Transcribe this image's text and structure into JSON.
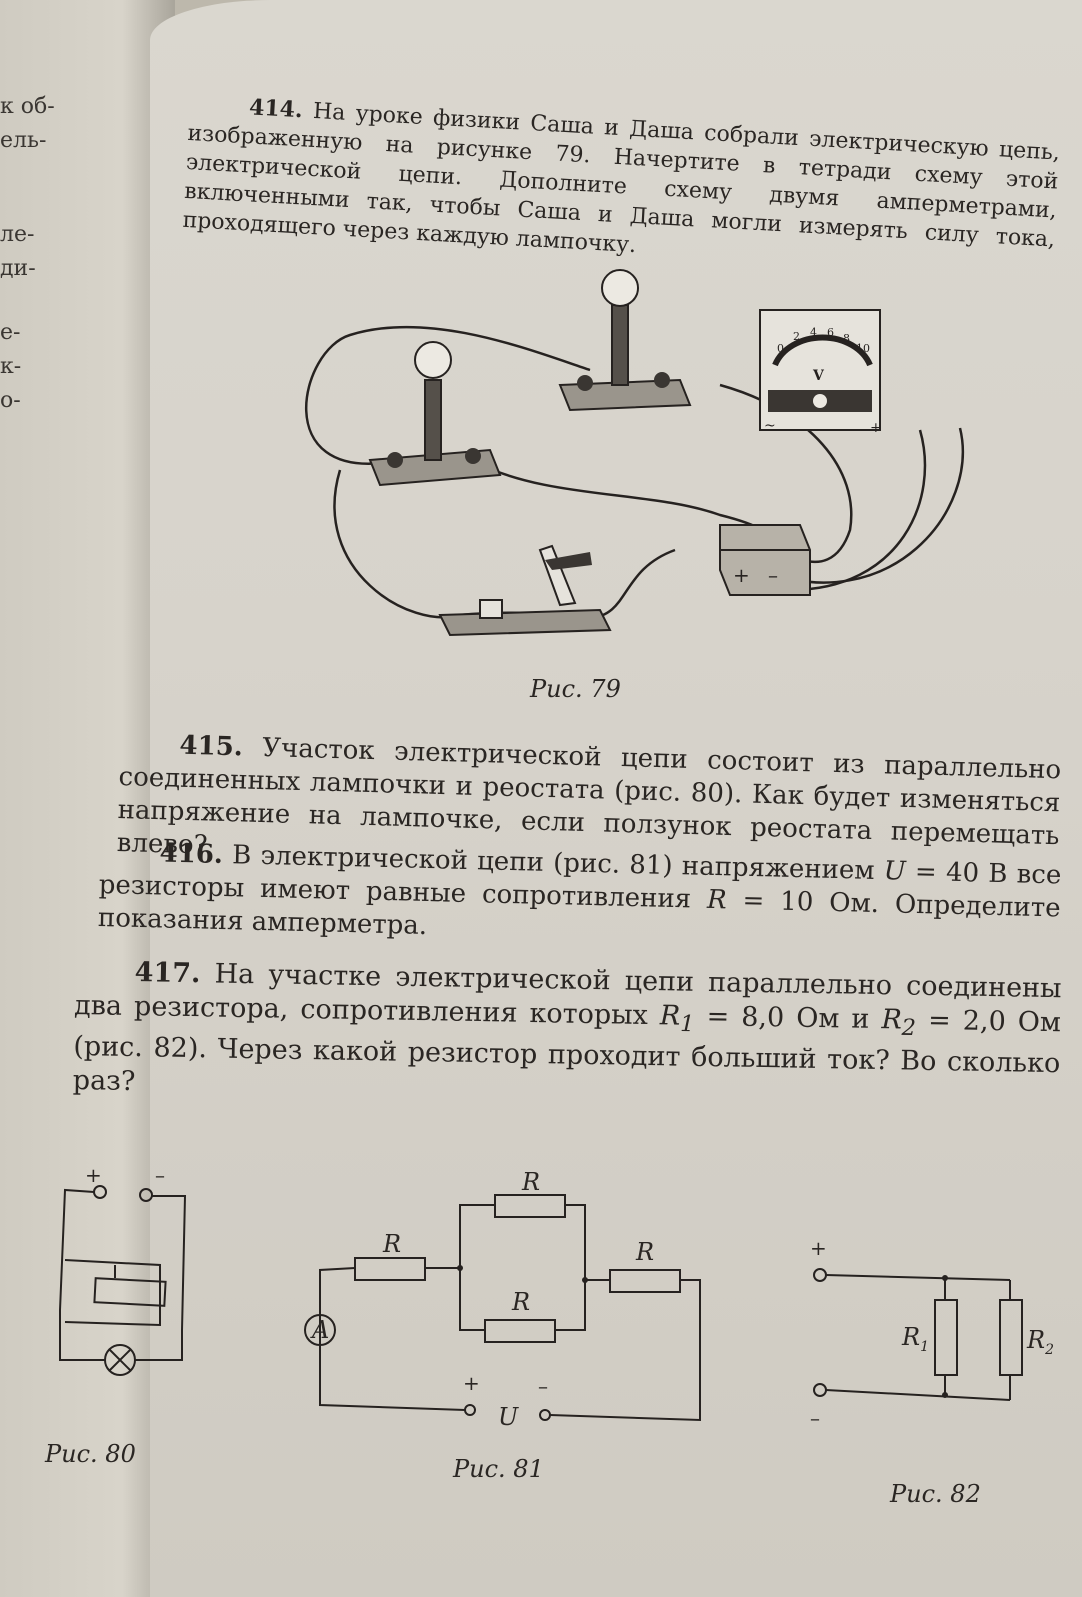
{
  "left_fragments": [
    "к об-",
    "ель-",
    "ле-",
    "ди-",
    "е-",
    "к-",
    "о-"
  ],
  "p414": {
    "number": "414.",
    "text": "На уроке физики Саша и Даша собрали электрическую цепь, изображенную на рисунке 79. Начертите в тетради схему этой электрической цепи. Дополните схему двумя амперметрами, включенными так, чтобы Саша и Даша могли измерять силу тока, проходящего через каждую лампочку."
  },
  "fig79": {
    "caption": "Рис. 79",
    "meter_scale": [
      "0",
      "2",
      "4",
      "6",
      "8",
      "10"
    ],
    "meter_letter": "V",
    "battery_plus": "+",
    "battery_minus": "–",
    "term_ac": "~",
    "term_plus": "+"
  },
  "p415": {
    "number": "415.",
    "text": "Участок электрической цепи состоит из параллельно соединенных лампочки и реостата (рис. 80). Как будет изменяться напряжение на лампочке, если ползунок реостата перемещать влево?"
  },
  "p416": {
    "number": "416.",
    "text_a": "В электрической цепи (рис. 81) напряжением",
    "U": "U",
    "text_b": "= 40 В все резисторы имеют равные сопротивления",
    "R": "R",
    "text_c": "= 10 Ом. Определите показания амперметра."
  },
  "p417": {
    "number": "417.",
    "text_a": "На участке электрической цепи параллельно соединены два резистора, сопротивления которых",
    "R1": "R",
    "R1_sub": "1",
    "text_b": "= 8,0 Ом и",
    "R2": "R",
    "R2_sub": "2",
    "text_c": "= 2,0 Ом (рис. 82). Через какой резистор проходит больший ток? Во сколько раз?"
  },
  "fig80": {
    "caption": "Рис. 80",
    "plus": "+",
    "minus": "–"
  },
  "fig81": {
    "caption": "Рис. 81",
    "R": "R",
    "A": "A",
    "U": "U",
    "plus": "+",
    "minus": "–"
  },
  "fig82": {
    "caption": "Рис. 82",
    "R": "R",
    "sub1": "1",
    "sub2": "2",
    "plus": "+",
    "minus": "–"
  }
}
